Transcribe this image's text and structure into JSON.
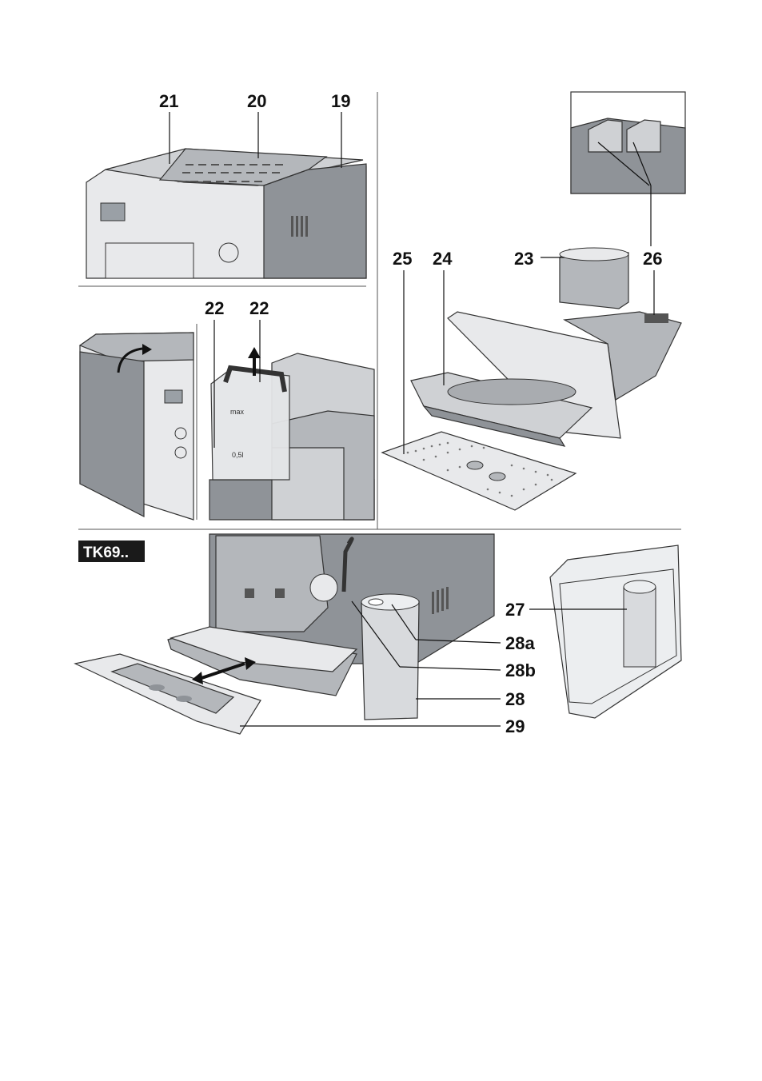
{
  "labels": {
    "n21": "21",
    "n20": "20",
    "n19": "19",
    "n22a": "22",
    "n22b": "22",
    "n25": "25",
    "n24": "24",
    "n23": "23",
    "n26a": "26",
    "n26b": "26",
    "n27": "27",
    "n28a": "28a",
    "n28b": "28b",
    "n28": "28",
    "n29": "29"
  },
  "model_badge": "TK69..",
  "scale_marks": {
    "max": "max",
    "min": "0,5l"
  },
  "colors": {
    "badge_bg": "#1a1a1a",
    "machine_light": "#cfd1d4",
    "machine_mid": "#b4b7bb",
    "machine_dark": "#8f9398"
  },
  "icons": {
    "arrow_open_lid": "curved-arrow-icon",
    "arrow_lift_tank": "up-arrow-icon",
    "arrow_push_tray": "double-arrow-icon"
  }
}
